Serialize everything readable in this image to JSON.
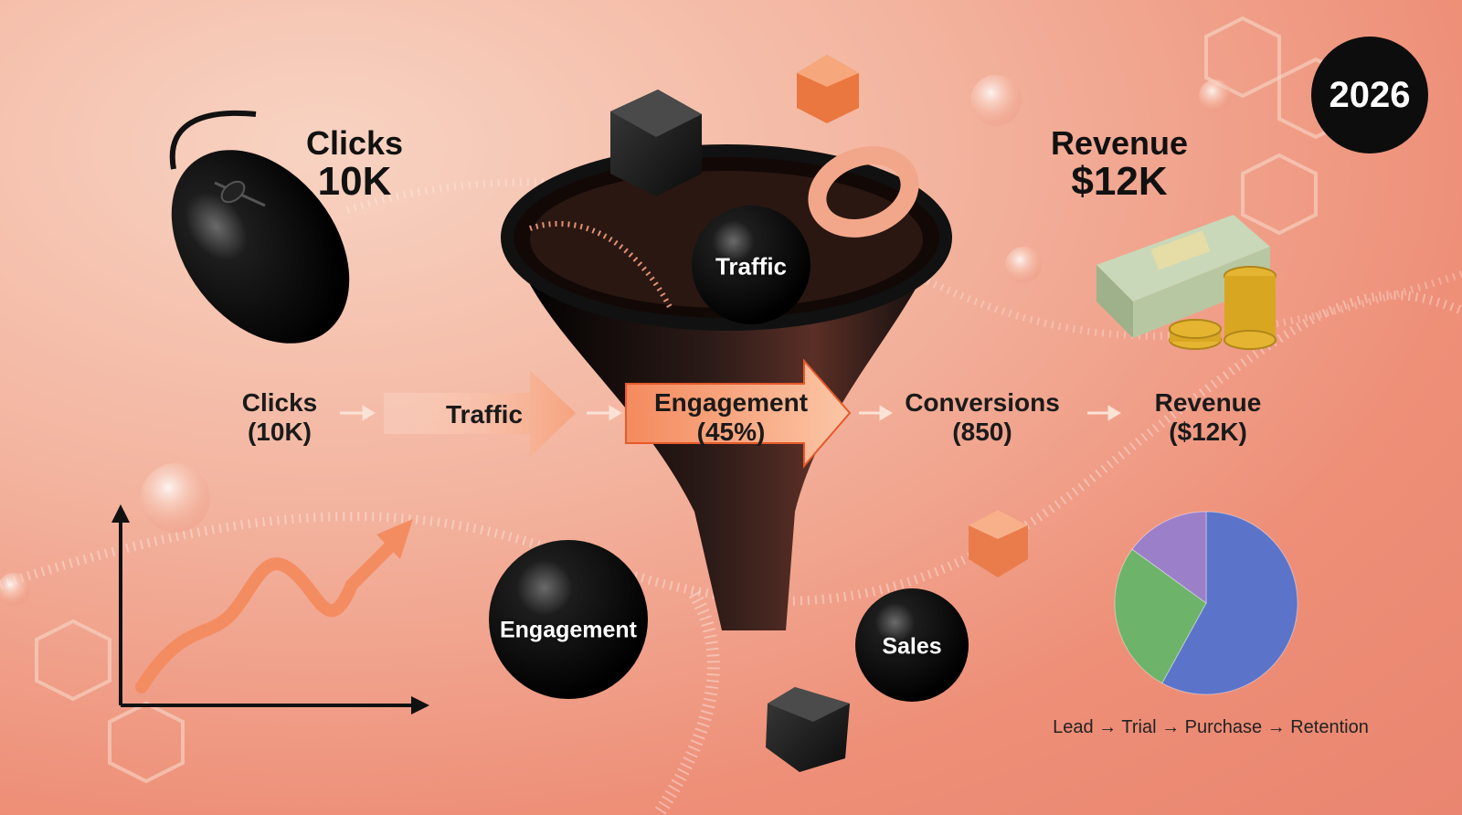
{
  "year_badge": "2026",
  "headline_left": {
    "label": "Clicks",
    "value": "10K"
  },
  "headline_right": {
    "label": "Revenue",
    "value": "$12K"
  },
  "flow": [
    {
      "label": "Clicks",
      "value": "(10K)"
    },
    {
      "label": "Traffic"
    },
    {
      "label": "Engagement",
      "value": "(45%)"
    },
    {
      "label": "Conversions",
      "value": "(850)"
    },
    {
      "label": "Revenue",
      "value": "($12K)"
    }
  ],
  "spheres": {
    "traffic": "Traffic",
    "engagement": "Engagement",
    "sales": "Sales"
  },
  "funnel_steps": "Lead → Trial → Purchase → Retention",
  "pie_chart": {
    "slices": [
      {
        "color": "#5b74c9",
        "value": 58
      },
      {
        "color": "#6db36a",
        "value": 27
      },
      {
        "color": "#9b7fc9",
        "value": 15
      }
    ]
  },
  "colors": {
    "accent_orange": "#f07a4a",
    "dark": "#0d0d0d"
  }
}
